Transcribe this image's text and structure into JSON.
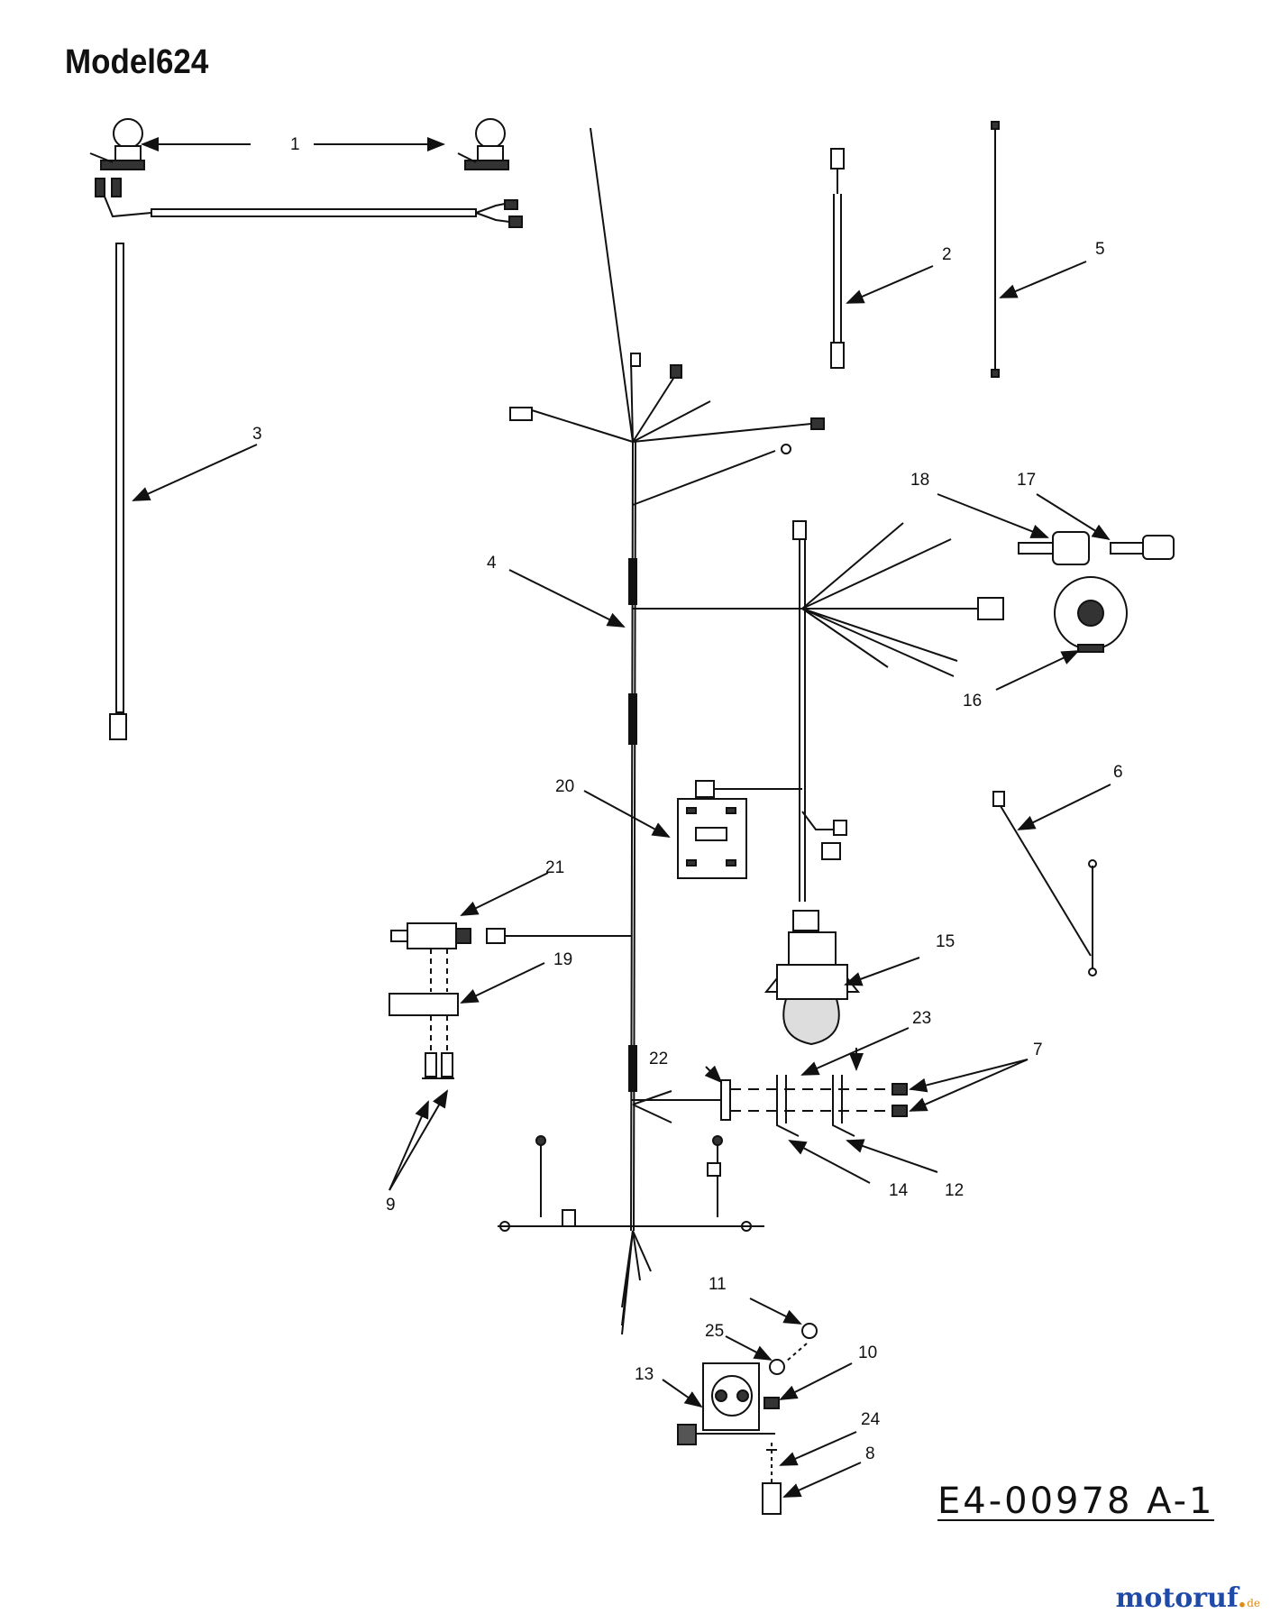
{
  "title": "Model624",
  "drawing_code": "E4-00978 A-1",
  "watermark": {
    "name": "motoruf",
    "tld": "de",
    "colors": {
      "primary": "#1f4aa8",
      "accent": "#e08a1a"
    }
  },
  "callouts": [
    "1",
    "2",
    "3",
    "4",
    "5",
    "6",
    "7",
    "8",
    "9",
    "10",
    "11",
    "12",
    "13",
    "14",
    "15",
    "16",
    "17",
    "18",
    "19",
    "20",
    "21",
    "22",
    "23",
    "24",
    "25"
  ]
}
